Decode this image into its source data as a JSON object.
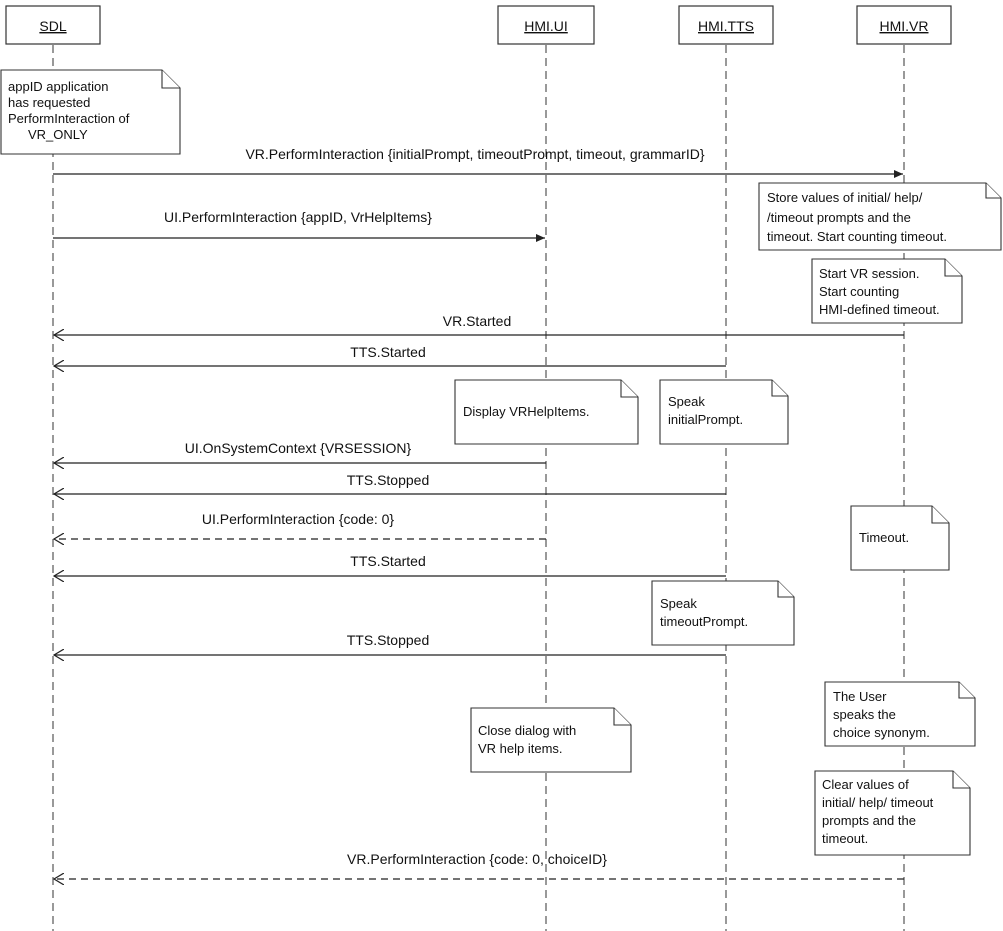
{
  "participants": [
    "SDL",
    "HMI.UI",
    "HMI.TTS",
    "HMI.VR"
  ],
  "messages": [
    "VR.PerformInteraction {initialPrompt, timeoutPrompt, timeout, grammarID}",
    "UI.PerformInteraction {appID, VrHelpItems}",
    "VR.Started",
    "TTS.Started",
    "UI.OnSystemContext {VRSESSION}",
    "TTS.Stopped",
    "UI.PerformInteraction {code: 0}",
    "TTS.Started",
    "TTS.Stopped",
    "VR.PerformInteraction {code: 0, choiceID}"
  ],
  "notes": [
    [
      "appID application",
      "has requested",
      "PerformInteraction of",
      "VR_ONLY"
    ],
    [
      "Store values of initial/ help/",
      "/timeout prompts and the",
      "timeout. Start counting timeout."
    ],
    [
      "Start VR session.",
      "Start counting",
      "HMI-defined timeout."
    ],
    [
      "Display VRHelpItems."
    ],
    [
      "Speak",
      "initialPrompt."
    ],
    [
      "Timeout."
    ],
    [
      "Speak",
      "timeoutPrompt."
    ],
    [
      "The User",
      "speaks the",
      "choice synonym."
    ],
    [
      "Close dialog with",
      "VR help items."
    ],
    [
      "Clear values of",
      "initial/ help/ timeout",
      "prompts and the",
      "timeout."
    ]
  ]
}
